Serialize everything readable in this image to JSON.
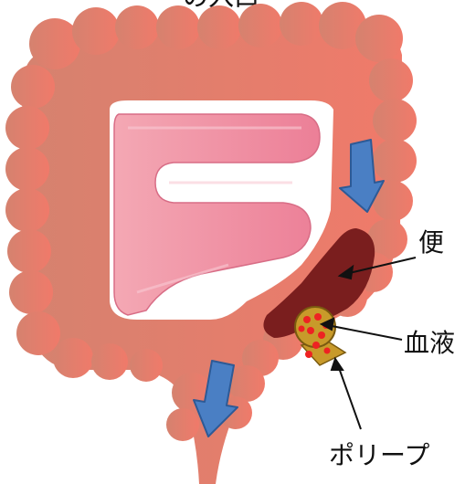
{
  "labels": {
    "top_partial": "の入口",
    "stool": "便",
    "blood": "血液",
    "polyp": "ポリープ"
  },
  "colors": {
    "colon_left": "#d68070",
    "colon_right": "#ee7a6c",
    "colon_edge": "#c96a5c",
    "small_intestine": "#ef8aa0",
    "small_intestine_light": "#f6b2c0",
    "stool": "#7a1e1e",
    "polyp_body": "#c89a2a",
    "polyp_edge": "#7a5a10",
    "blood_dots": "#ee2222",
    "flow_arrow": "#4a7fc4",
    "flow_arrow_edge": "#2d5a96",
    "pointer": "#111111"
  },
  "icons": {
    "flow_arrow_1": "down-arrow-icon",
    "flow_arrow_2": "down-arrow-icon"
  }
}
